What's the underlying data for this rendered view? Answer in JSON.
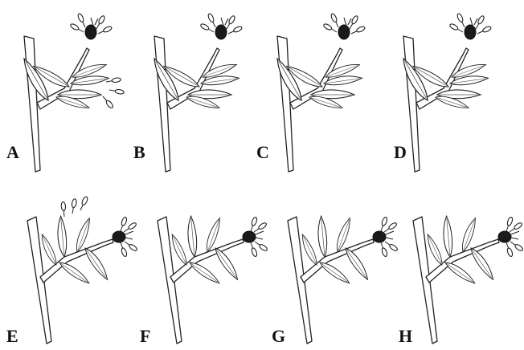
{
  "figure": {
    "panels": [
      {
        "letter": "A",
        "flower_position": "top",
        "stamens": "many"
      },
      {
        "letter": "B",
        "flower_position": "top",
        "stamens": "reduced"
      },
      {
        "letter": "C",
        "flower_position": "top",
        "stamens": "reduced"
      },
      {
        "letter": "D",
        "flower_position": "top",
        "stamens": "reduced"
      },
      {
        "letter": "E",
        "flower_position": "side",
        "stamens": "many"
      },
      {
        "letter": "F",
        "flower_position": "side",
        "stamens": "reduced"
      },
      {
        "letter": "G",
        "flower_position": "side",
        "stamens": "reduced"
      },
      {
        "letter": "H",
        "flower_position": "side",
        "stamens": "reduced"
      }
    ]
  }
}
